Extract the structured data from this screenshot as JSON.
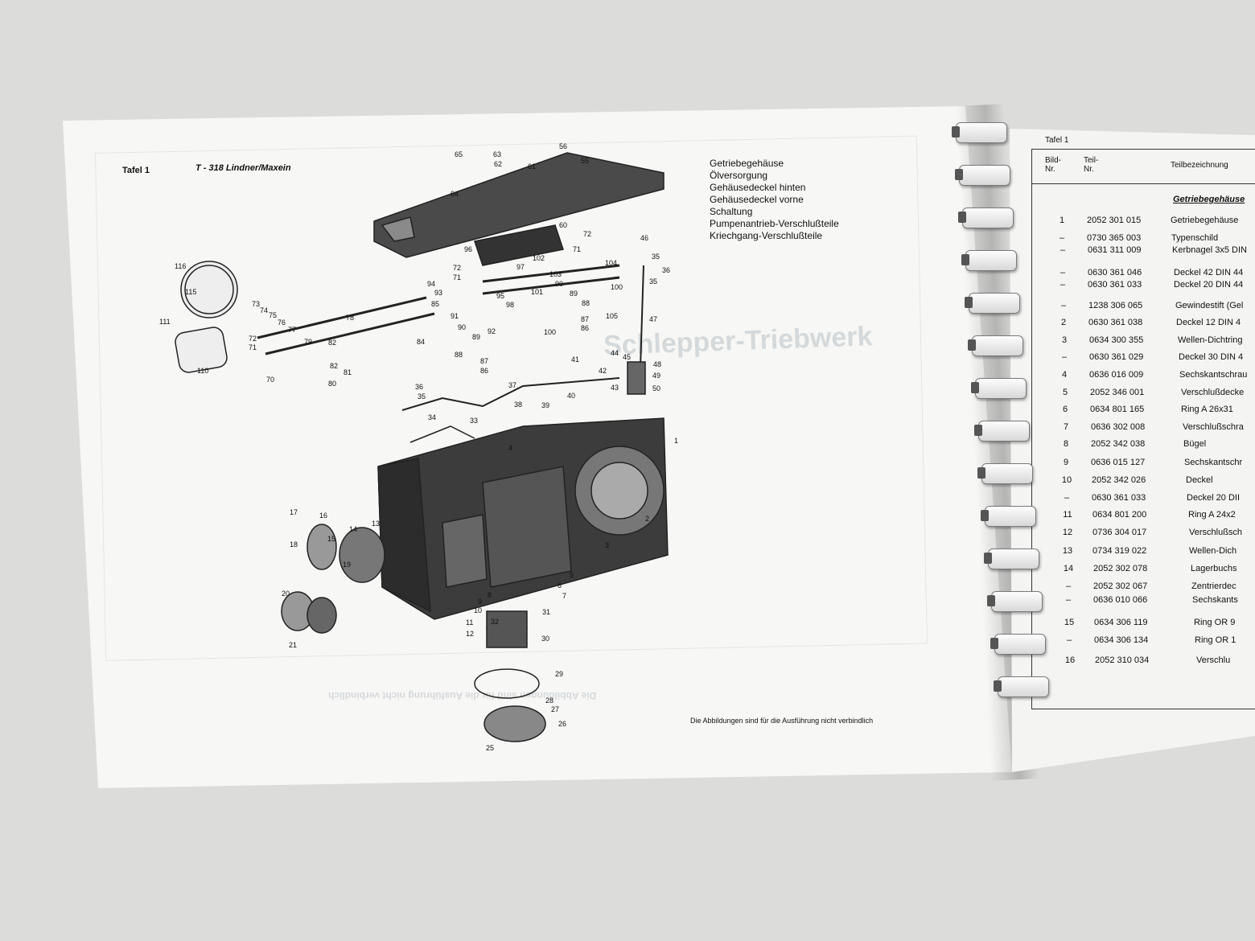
{
  "left_page": {
    "tafel": "Tafel 1",
    "model": "T - 318 Lindner/Maxein",
    "legend": [
      "Getriebegehäuse",
      "Ölversorgung",
      "Gehäusedeckel hinten",
      "Gehäusedeckel vorne",
      "Schaltung",
      "Pumpenantrieb-Verschlußteile",
      "Kriechgang-Verschlußteile"
    ],
    "disclaimer": "Die Abbildungen sind für die Ausführung nicht verbindlich",
    "part_labels": [
      "1",
      "2",
      "3",
      "4",
      "5",
      "6",
      "7",
      "8",
      "9",
      "10",
      "11",
      "12",
      "13",
      "14",
      "15",
      "16",
      "17",
      "18",
      "19",
      "20",
      "21",
      "25",
      "26",
      "27",
      "28",
      "29",
      "30",
      "31",
      "32",
      "33",
      "34",
      "35",
      "36",
      "37",
      "38",
      "39",
      "40",
      "41",
      "42",
      "43",
      "44",
      "45",
      "46",
      "47",
      "48",
      "49",
      "50",
      "55",
      "56",
      "60",
      "61",
      "62",
      "63",
      "64",
      "65",
      "70",
      "71",
      "72",
      "73",
      "74",
      "75",
      "76",
      "77",
      "78",
      "79",
      "80",
      "81",
      "82",
      "84",
      "85",
      "86",
      "87",
      "88",
      "89",
      "90",
      "91",
      "92",
      "93",
      "94",
      "95",
      "96",
      "97",
      "98",
      "100",
      "101",
      "102",
      "103",
      "104",
      "105",
      "110",
      "111",
      "115",
      "116"
    ]
  },
  "right_page": {
    "tafel": "Tafel 1",
    "headers": {
      "bild": "Bild-\nNr.",
      "teil": "Teil-\nNr.",
      "bezeichnung": "Teilbezeichnung"
    },
    "section": "Getriebegehäuse",
    "rows": [
      {
        "n": "1",
        "p": "2052 301 015",
        "d": "Getriebegehäuse"
      },
      {
        "n": "–",
        "p": "0730 365 003",
        "d": "Typenschild"
      },
      {
        "n": "–",
        "p": "0631 311 009",
        "d": "Kerbnagel 3x5 DIN"
      },
      {
        "n": "–",
        "p": "0630 361 046",
        "d": "Deckel 42 DIN 44"
      },
      {
        "n": "–",
        "p": "0630 361 033",
        "d": "Deckel 20 DIN 44"
      },
      {
        "n": "–",
        "p": "1238 306 065",
        "d": "Gewindestift (Gel"
      },
      {
        "n": "2",
        "p": "0630 361 038",
        "d": "Deckel 12 DIN 4"
      },
      {
        "n": "3",
        "p": "0634 300 355",
        "d": "Wellen-Dichtring"
      },
      {
        "n": "–",
        "p": "0630 361 029",
        "d": "Deckel 30 DIN 4"
      },
      {
        "n": "4",
        "p": "0636 016 009",
        "d": "Sechskantschrau"
      },
      {
        "n": "5",
        "p": "2052 346 001",
        "d": "Verschlußdecke"
      },
      {
        "n": "6",
        "p": "0634 801 165",
        "d": "Ring A 26x31"
      },
      {
        "n": "7",
        "p": "0636 302 008",
        "d": "Verschlußschra"
      },
      {
        "n": "8",
        "p": "2052 342 038",
        "d": "Bügel"
      },
      {
        "n": "9",
        "p": "0636 015 127",
        "d": "Sechskantschr"
      },
      {
        "n": "10",
        "p": "2052 342 026",
        "d": "Deckel"
      },
      {
        "n": "–",
        "p": "0630 361 033",
        "d": "Deckel 20 DII"
      },
      {
        "n": "11",
        "p": "0634 801 200",
        "d": "Ring A 24x2"
      },
      {
        "n": "12",
        "p": "0736 304 017",
        "d": "Verschlußsch"
      },
      {
        "n": "13",
        "p": "0734 319 022",
        "d": "Wellen-Dich"
      },
      {
        "n": "14",
        "p": "2052 302 078",
        "d": "Lagerbuchs"
      },
      {
        "n": "–",
        "p": "2052 302 067",
        "d": "Zentrierdec"
      },
      {
        "n": "–",
        "p": "0636 010 066",
        "d": "Sechskants"
      },
      {
        "n": "15",
        "p": "0634 306 119",
        "d": "Ring OR 9"
      },
      {
        "n": "–",
        "p": "0634 306 134",
        "d": "Ring OR 1"
      },
      {
        "n": "16",
        "p": "2052 310 034",
        "d": "Verschlu"
      }
    ]
  },
  "background_text": {
    "ghost_headline": "Schlepper-Triebwerk",
    "ghost_footer": "Die Abbildungen sind für die Ausführung nicht verbindlich"
  }
}
